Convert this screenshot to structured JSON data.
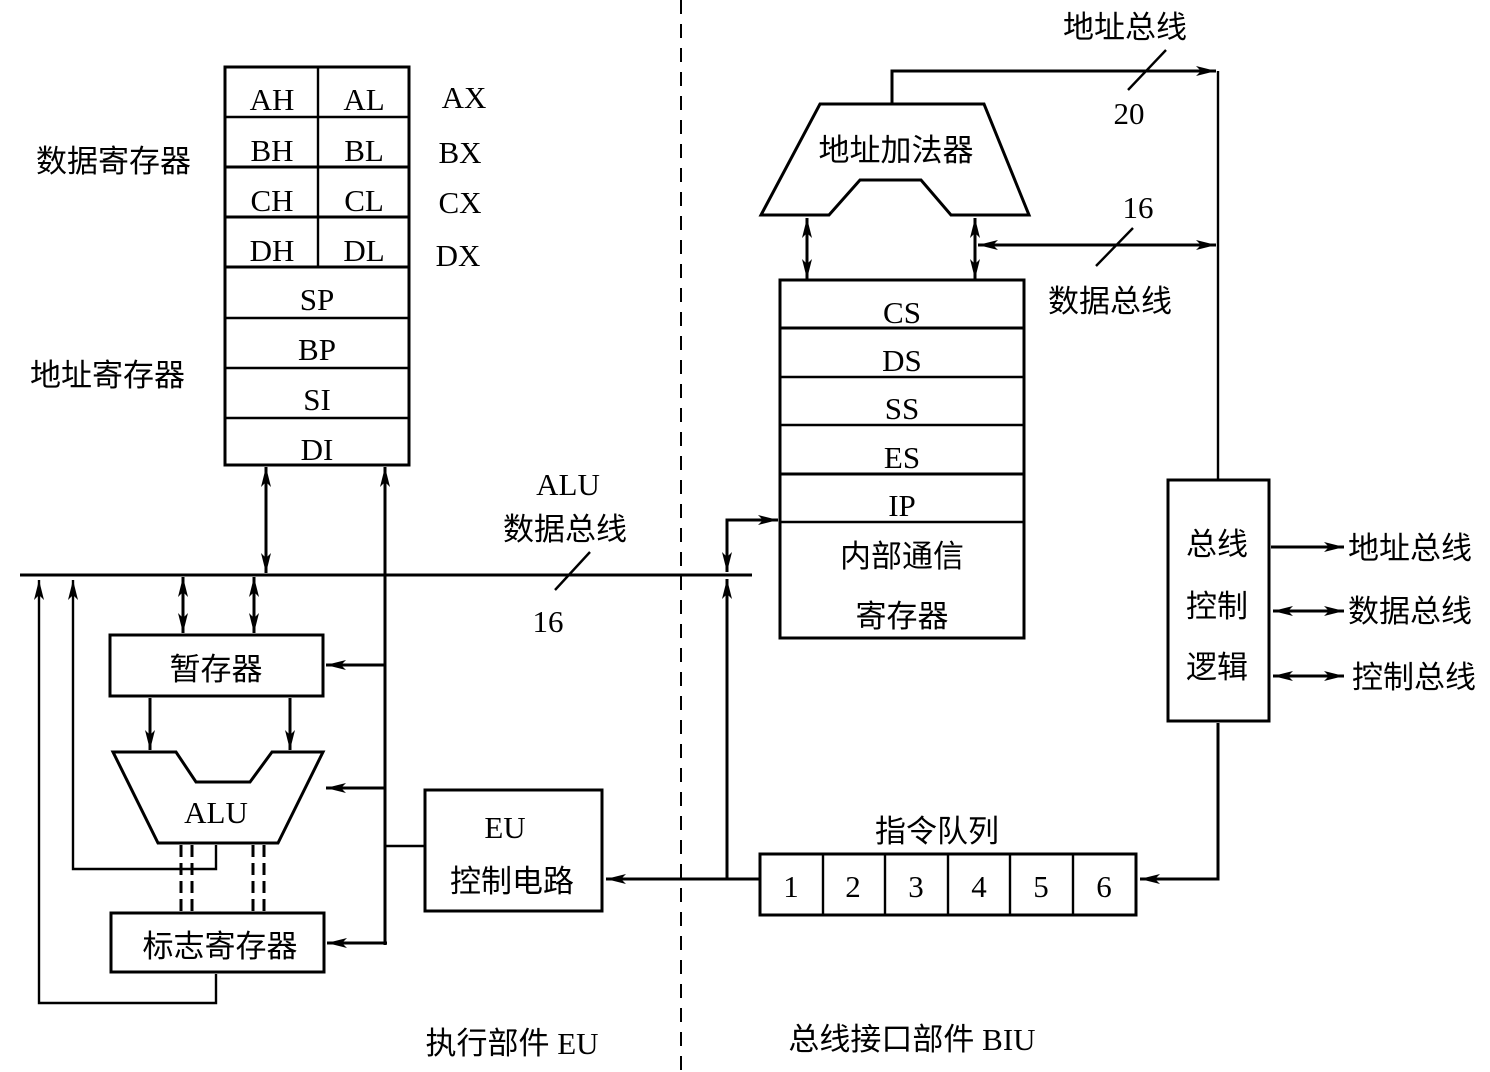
{
  "diagram": {
    "sections": {
      "eu_label": "执行部件 EU",
      "biu_label": "总线接口部件 BIU"
    },
    "eu": {
      "data_registers_label": "数据寄存器",
      "address_registers_label": "地址寄存器",
      "data_registers": [
        {
          "high": "AH",
          "low": "AL",
          "name": "AX"
        },
        {
          "high": "BH",
          "low": "BL",
          "name": "BX"
        },
        {
          "high": "CH",
          "low": "CL",
          "name": "CX"
        },
        {
          "high": "DH",
          "low": "DL",
          "name": "DX"
        }
      ],
      "address_registers": [
        "SP",
        "BP",
        "SI",
        "DI"
      ],
      "alu_bus_label_line1": "ALU",
      "alu_bus_label_line2": "数据总线",
      "alu_bus_width": "16",
      "temp_register": "暂存器",
      "alu": "ALU",
      "flags_register": "标志寄存器",
      "eu_control_line1": "EU",
      "eu_control_line2": "控制电路"
    },
    "biu": {
      "address_adder": "地址加法器",
      "address_bus_label": "地址总线",
      "address_bus_width": "20",
      "data_bus_label": "数据总线",
      "data_bus_width": "16",
      "segment_registers": [
        "CS",
        "DS",
        "SS",
        "ES",
        "IP"
      ],
      "internal_comm_line1": "内部通信",
      "internal_comm_line2": "寄存器",
      "bus_control_lines": [
        "总线",
        "控制",
        "逻辑"
      ],
      "external_buses": [
        {
          "label": "地址总线",
          "direction": "out"
        },
        {
          "label": "数据总线",
          "direction": "bidirectional"
        },
        {
          "label": "控制总线",
          "direction": "bidirectional"
        }
      ],
      "instruction_queue_label": "指令队列",
      "instruction_queue": [
        "1",
        "2",
        "3",
        "4",
        "5",
        "6"
      ]
    }
  }
}
